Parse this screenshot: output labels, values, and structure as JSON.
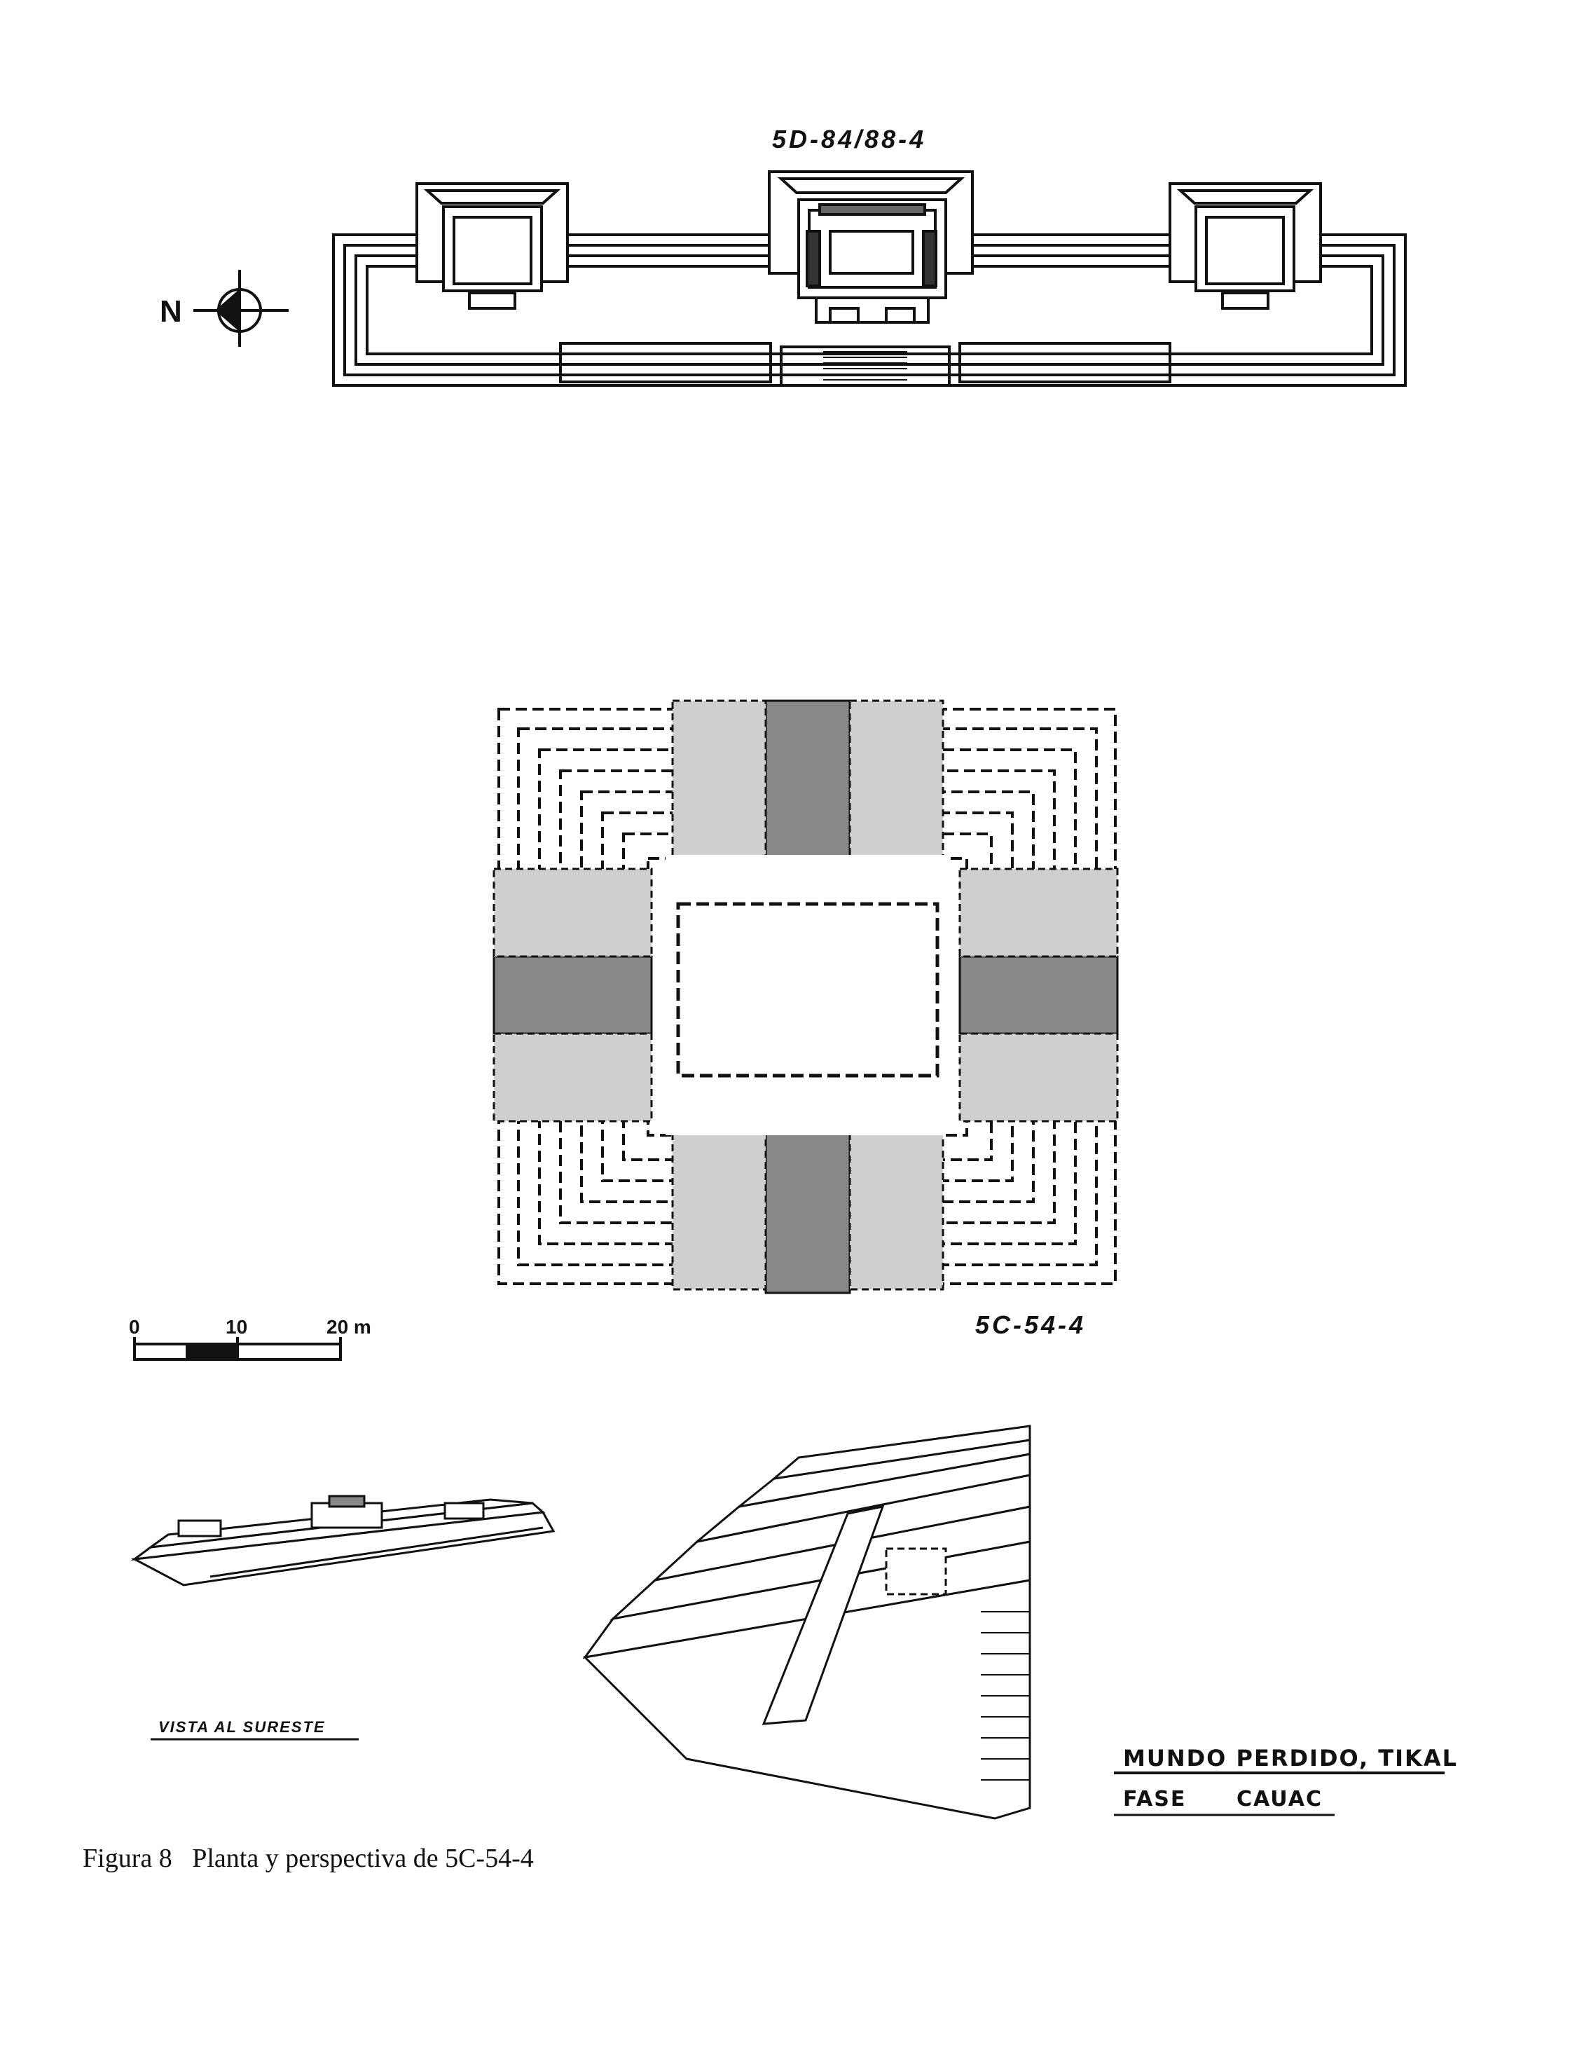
{
  "labels": {
    "top_plan": "5D-84/88-4",
    "north": "N",
    "main_plan": "5C-54-4",
    "view": "VISTA AL SURESTE"
  },
  "scale_bar": {
    "ticks": [
      "0",
      "10",
      "20 m"
    ]
  },
  "title_block": {
    "line1": "MUNDO PERDIDO, TIKAL",
    "line2_left": "FASE",
    "line2_right": "CAUAC"
  },
  "caption": "Figura 8   Planta y perspectiva de 5C-54-4"
}
